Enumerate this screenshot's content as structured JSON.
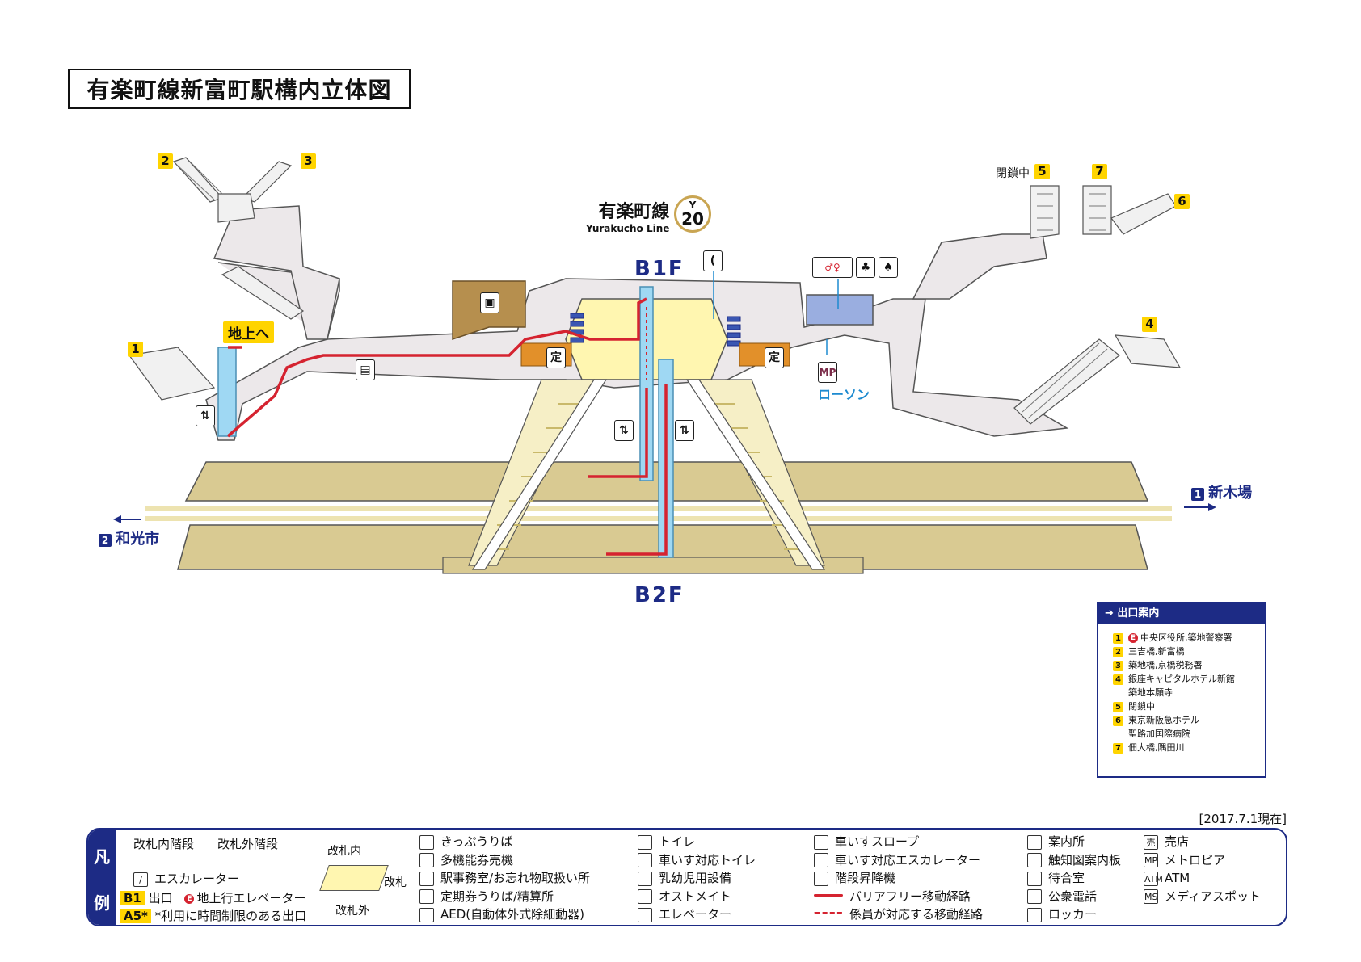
{
  "title": "有楽町線新富町駅構内立体図",
  "line": {
    "name": "有楽町線",
    "name_en": "Yurakucho Line",
    "code_letter": "Y",
    "code_number": "20",
    "color": "#c9a552"
  },
  "floors": {
    "upper": "B1F",
    "lower": "B2F"
  },
  "platform_directions": {
    "right": "新木場",
    "right_num": "1",
    "left": "和光市",
    "left_num": "2"
  },
  "exits_on_map": [
    "1",
    "2",
    "3",
    "4",
    "5",
    "6",
    "7"
  ],
  "closed_label": "閉鎖中",
  "to_ground_label": "地上へ",
  "lawson_label": "ローソン",
  "icons": {
    "ticket": "定",
    "phone": "(",
    "metropia": "MP"
  },
  "exit_guide": {
    "heading": "出口案内",
    "rows": [
      {
        "num": "1",
        "elevator": "E",
        "text": "中央区役所,築地警察署"
      },
      {
        "num": "2",
        "text": "三吉橋,新富橋"
      },
      {
        "num": "3",
        "text": "築地橋,京橋税務署"
      },
      {
        "num": "4",
        "text": "銀座キャピタルホテル新館"
      },
      {
        "num": "",
        "text": "築地本願寺"
      },
      {
        "num": "5",
        "text": "閉鎖中"
      },
      {
        "num": "6",
        "text": "東京新阪急ホテル"
      },
      {
        "num": "",
        "text": "聖路加国際病院"
      },
      {
        "num": "7",
        "text": "佃大橋,隅田川"
      }
    ]
  },
  "date": "[2017.7.1現在]",
  "legend": {
    "side_top": "凡",
    "side_bottom": "例",
    "stairs_in": "改札内階段",
    "stairs_out": "改札外階段",
    "escalator": "エスカレーター",
    "exit_badge": "B1",
    "exit_label": "出口",
    "elev_badge": "E",
    "elev_label": "地上行エレベーター",
    "limited_badge": "A5*",
    "limited_label": "*利用に時間制限のある出口",
    "gate_in": "改札内",
    "gate": "改札",
    "gate_out": "改札外",
    "items_col1": [
      "きっぷうりば",
      "多機能券売機",
      "駅事務室/お忘れ物取扱い所",
      "定期券うりば/精算所",
      "AED(自動体外式除細動器)"
    ],
    "items_col2": [
      "トイレ",
      "車いす対応トイレ",
      "乳幼児用設備",
      "オストメイト",
      "エレベーター"
    ],
    "items_col3": [
      "車いすスロープ",
      "車いす対応エスカレーター",
      "階段昇降機",
      "バリアフリー移動経路",
      "係員が対応する移動経路"
    ],
    "items_col4": [
      "案内所",
      "触知図案内板",
      "待合室",
      "公衆電話",
      "ロッカー"
    ],
    "items_col5": [
      "売店",
      "メトロピア",
      "ATM",
      "メディアスポット"
    ],
    "icons_col5": [
      "売",
      "MP",
      "ATM",
      "MS"
    ]
  }
}
